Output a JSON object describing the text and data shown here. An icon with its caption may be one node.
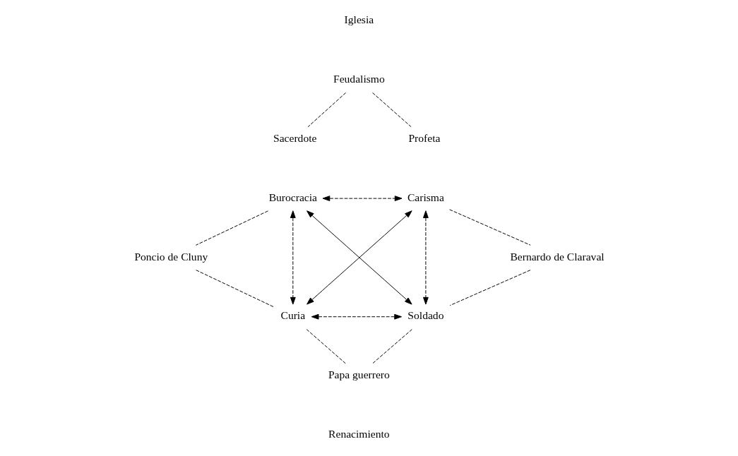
{
  "diagram": {
    "nodes": [
      {
        "text": [
          "Feudalismo"
        ]
      },
      {
        "text": [
          "Sacerdote"
        ]
      },
      {
        "text": [
          "Profeta"
        ]
      },
      {
        "text": [
          "Burocracia"
        ]
      },
      {
        "text": [
          "Carisma"
        ]
      },
      {
        "text": [
          "Poncio de Cluny"
        ]
      },
      {
        "text": [
          "Bernardo de Claraval"
        ]
      },
      {
        "text": [
          "Curia"
        ]
      },
      {
        "text": [
          "Soldado"
        ]
      },
      {
        "text": [
          "Papa guerrero"
        ]
      }
    ],
    "edges": [
      {
        "from": 0,
        "to": 1,
        "arrow": "none",
        "style": "dashed"
      },
      {
        "from": 0,
        "to": 2,
        "arrow": "none",
        "style": "dashed"
      },
      {
        "from": 3,
        "to": 5,
        "arrow": "none",
        "style": "dashed"
      },
      {
        "from": 4,
        "to": 6,
        "arrow": "none",
        "style": "dashed"
      },
      {
        "from": 5,
        "to": 7,
        "arrow": "none",
        "style": "dashed"
      },
      {
        "from": 6,
        "to": 8,
        "arrow": "none",
        "style": "dashed"
      },
      {
        "from": 7,
        "to": 9,
        "arrow": "none",
        "style": "dashed"
      },
      {
        "from": 8,
        "to": 9,
        "arrow": "none",
        "style": "dashed"
      },
      {
        "from": 3,
        "to": 4,
        "arrow": "both",
        "style": "dashed"
      },
      {
        "from": 3,
        "to": 7,
        "arrow": "both",
        "style": "dashed"
      },
      {
        "from": 4,
        "to": 8,
        "arrow": "both",
        "style": "dashed"
      },
      {
        "from": 7,
        "to": 8,
        "arrow": "both",
        "style": "dashed"
      },
      {
        "from": 3,
        "to": 8,
        "arrow": "both"
      },
      {
        "from": 4,
        "to": 7,
        "arrow": "both"
      }
    ],
    "labels": [
      "Iglesia",
      "Renacimiento"
    ]
  }
}
